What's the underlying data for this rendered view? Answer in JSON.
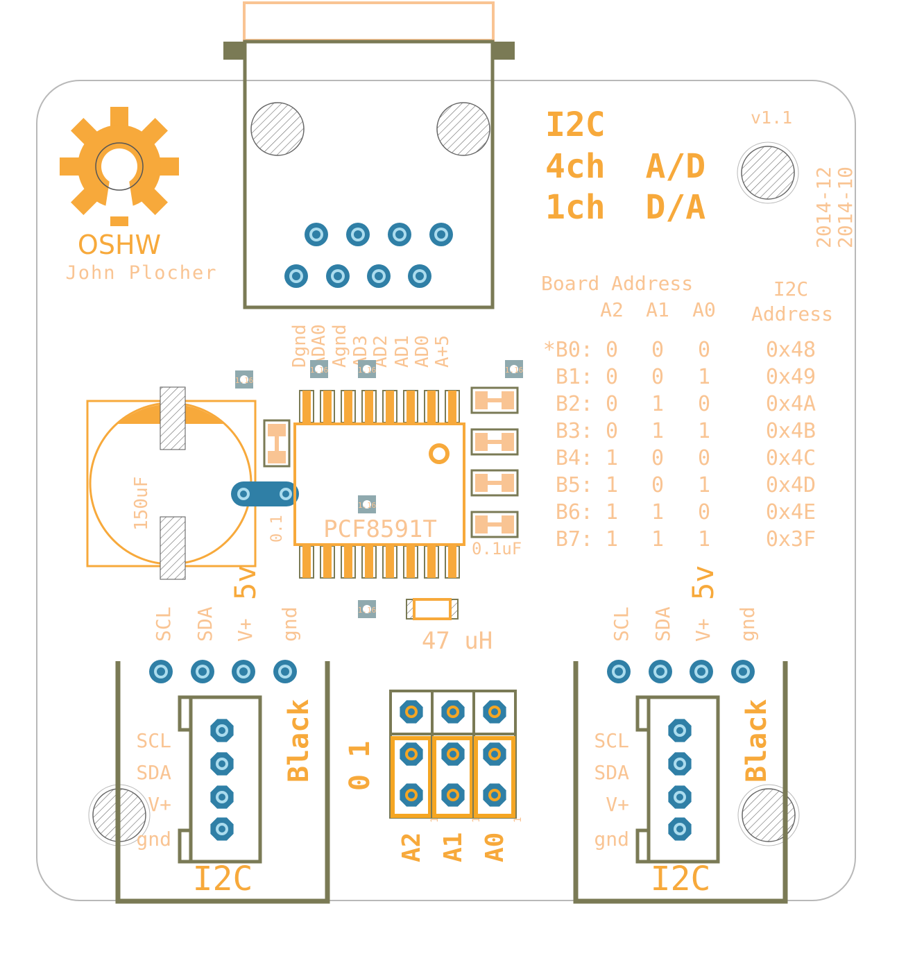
{
  "colors": {
    "silk": "#F7A93B",
    "silk_light": "#F9C493",
    "outline": "#7A7A55",
    "pad": "#2F7FA6",
    "pad_ring": "#ABDCEE",
    "fiducial": "#8FA9AE",
    "board_edge": "#B8B8B8",
    "gold": "#F5A623"
  },
  "board": {
    "logo_text": "OSHW",
    "author": "John Plocher",
    "title": [
      "I2C",
      "4ch  A/D",
      "1ch  D/A"
    ],
    "version": "v1.1",
    "dates": [
      "2014-12",
      "2014-10"
    ]
  },
  "rj_connector": {
    "pin_labels": [
      "Dgnd",
      "ADA0",
      "Agnd",
      "AD3",
      "AD2",
      "AD1",
      "AD0",
      "A+5"
    ]
  },
  "address_table": {
    "heading": "Board Address",
    "i2c_heading_1": "I2C",
    "i2c_heading_2": "Address",
    "columns": [
      "A2",
      "A1",
      "A0"
    ],
    "rows": [
      {
        "board": "*B0:",
        "a2": "0",
        "a1": "0",
        "a0": "0",
        "addr": "0x48"
      },
      {
        "board": "B1:",
        "a2": "0",
        "a1": "0",
        "a0": "1",
        "addr": "0x49"
      },
      {
        "board": "B2:",
        "a2": "0",
        "a1": "1",
        "a0": "0",
        "addr": "0x4A"
      },
      {
        "board": "B3:",
        "a2": "0",
        "a1": "1",
        "a0": "1",
        "addr": "0x4B"
      },
      {
        "board": "B4:",
        "a2": "1",
        "a1": "0",
        "a0": "0",
        "addr": "0x4C"
      },
      {
        "board": "B5:",
        "a2": "1",
        "a1": "0",
        "a0": "1",
        "addr": "0x4D"
      },
      {
        "board": "B6:",
        "a2": "1",
        "a1": "1",
        "a0": "0",
        "addr": "0x4E"
      },
      {
        "board": "B7:",
        "a2": "1",
        "a1": "1",
        "a0": "1",
        "addr": "0x3F"
      }
    ]
  },
  "components": {
    "cap_big": "150uF",
    "cap_small_left": "0.1",
    "chip": "PCF8591T",
    "cap_small_right": "0.1uF",
    "inductor": "47 uH",
    "fid_label": "1.16"
  },
  "header_labels": {
    "signals": [
      "SCL",
      "SDA",
      "V+",
      "gnd"
    ],
    "power": "5v",
    "wire_color": "Black",
    "connector": "I2C"
  },
  "jumpers": {
    "state_labels": "0 1",
    "names": [
      "A2",
      "A1",
      "A0"
    ],
    "pin_one": "1"
  }
}
